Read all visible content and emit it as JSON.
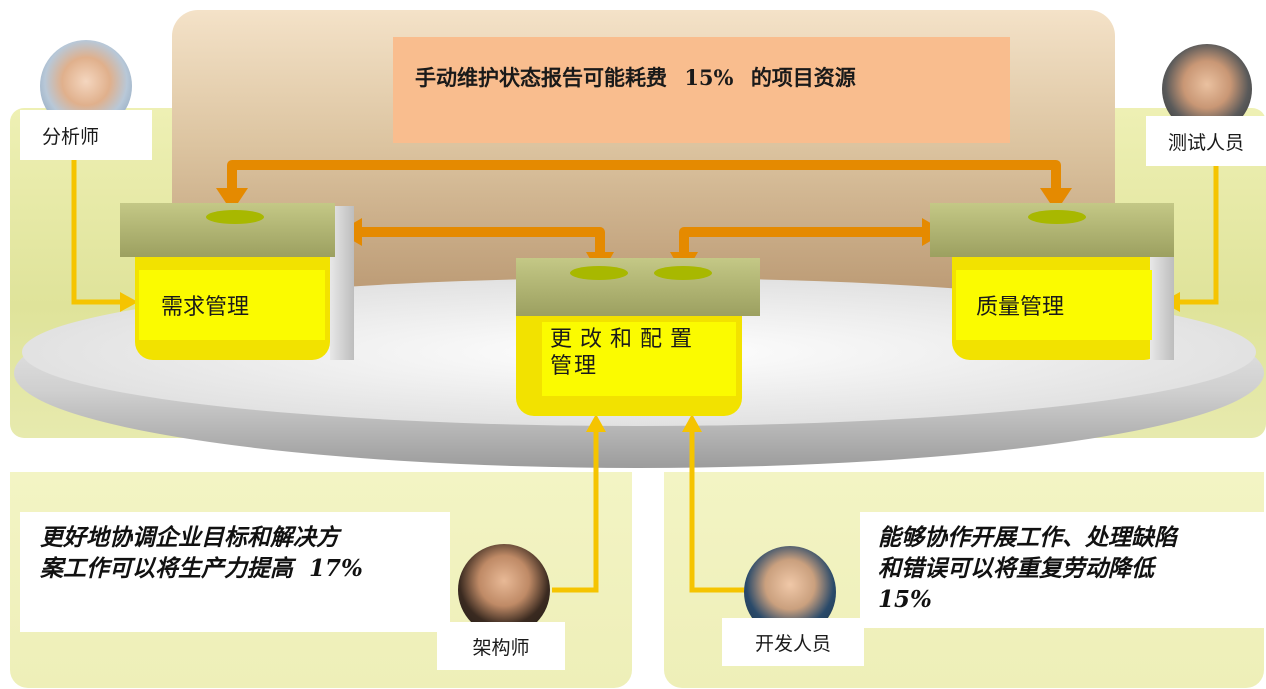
{
  "headline": {
    "prefix": "手动维护状态报告可能耗费",
    "highlight": "15%",
    "suffix": "的项目资源"
  },
  "roles": {
    "analyst": "分析师",
    "tester": "测试人员",
    "architect": "架构师",
    "developer": "开发人员"
  },
  "modules": {
    "requirements": "需求管理",
    "quality": "质量管理",
    "change_line1": "更改和配置",
    "change_line2": "管理"
  },
  "callouts": {
    "left_line1": "更好地协调企业目标和解决方",
    "left_line2_prefix": "案工作可以将生产力提高",
    "left_value": "17%",
    "right_line1": "能够协作开展工作、处理缺陷",
    "right_line2": "和错误可以将重复劳动降低",
    "right_value": "15%"
  },
  "colors": {
    "arrow": "#e58a00",
    "module_yellow": "#f2e200",
    "headline_bg": "#f9bd8e"
  }
}
